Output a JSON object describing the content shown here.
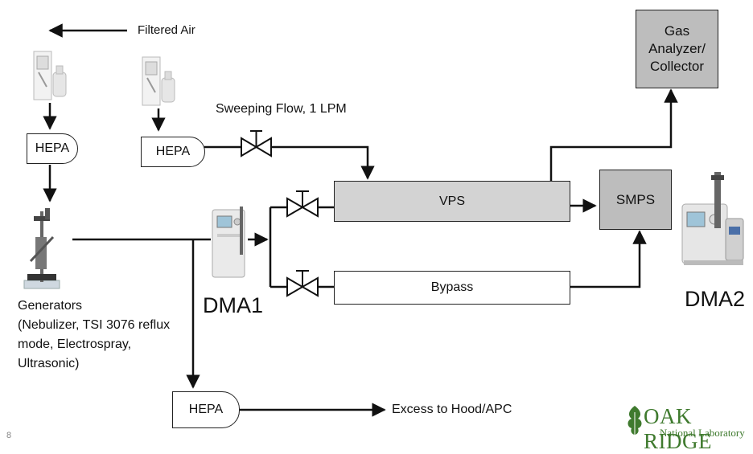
{
  "labels": {
    "filtered_air": "Filtered  Air",
    "sweeping_flow": "Sweeping Flow, 1 LPM",
    "hepa_top_left": "HEPA",
    "hepa_top_mid": "HEPA",
    "hepa_bottom": "HEPA",
    "vps": "VPS",
    "bypass": "Bypass",
    "smps": "SMPS",
    "gas_analyzer": [
      "Gas",
      "Analyzer/",
      "Collector"
    ],
    "dma1": "DMA1",
    "dma2": "DMA2",
    "generators": [
      "Generators",
      "(Nebulizer, TSI 3076 reflux",
      "mode, Electrospray,",
      "Ultrasonic)"
    ],
    "excess": "Excess to Hood/APC",
    "page_number": "8"
  },
  "logo": {
    "line1": "OAK RIDGE",
    "line2": "National Laboratory",
    "color": "#3f7a2e"
  },
  "colors": {
    "box_gray": "#bdbdbd",
    "line": "#111111"
  }
}
